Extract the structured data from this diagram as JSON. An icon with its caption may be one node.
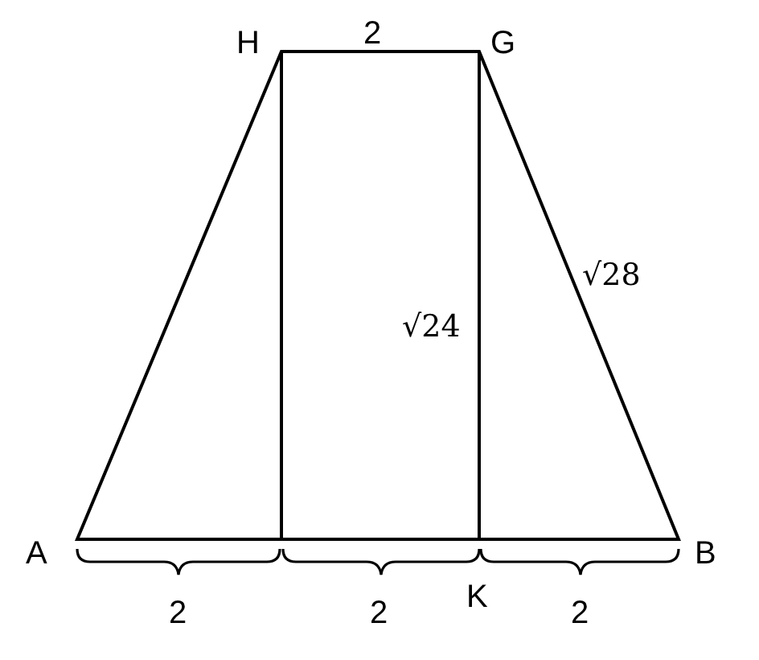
{
  "diagram": {
    "labels": [
      "H",
      "2",
      "G",
      "√28",
      "√24",
      "A",
      "B",
      "2",
      "2",
      "K",
      "2"
    ]
  }
}
